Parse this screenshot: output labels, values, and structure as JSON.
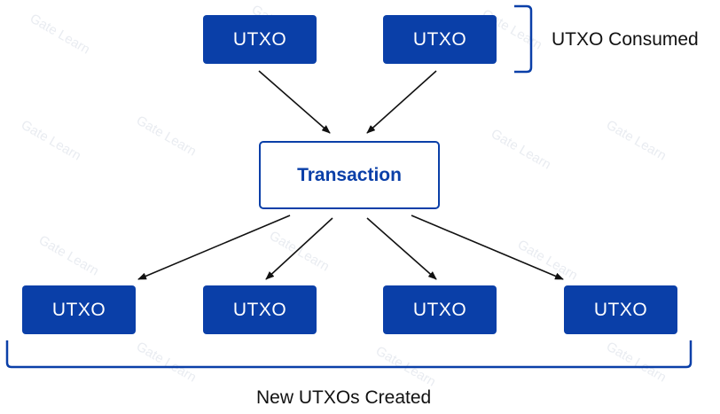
{
  "colors": {
    "node_fill": "#0a3fa8",
    "transaction_border": "#0a3fa8",
    "bracket": "#0a3fa8",
    "arrow": "#111111",
    "text_dark": "#111111"
  },
  "inputs": [
    "UTXO",
    "UTXO"
  ],
  "transaction": "Transaction",
  "outputs": [
    "UTXO",
    "UTXO",
    "UTXO",
    "UTXO"
  ],
  "consumed_label": "UTXO Consumed",
  "created_label": "New UTXOs Created",
  "watermark": "Gate Learn"
}
